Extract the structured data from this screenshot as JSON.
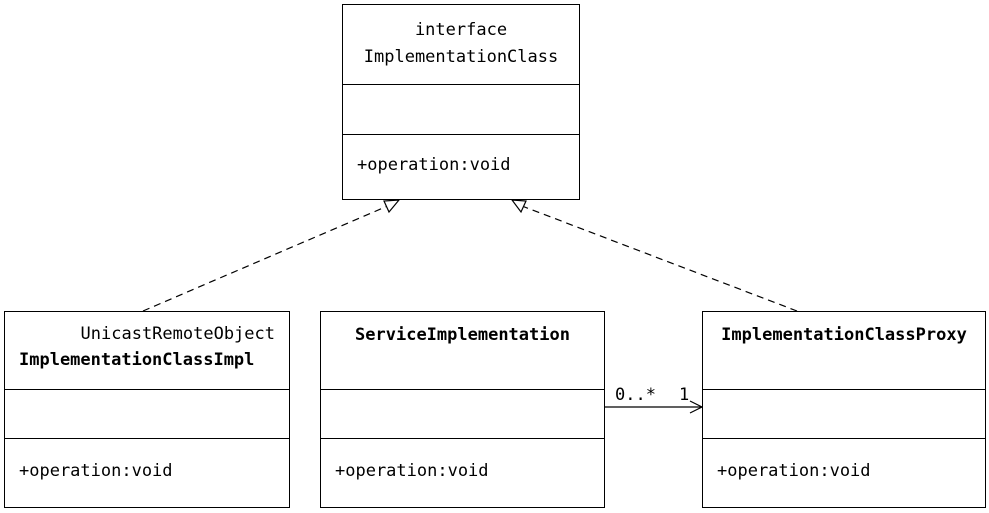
{
  "diagram": {
    "interface_class": {
      "stereotype": "interface",
      "name": "ImplementationClass",
      "attributes": "",
      "operation": "+operation:void"
    },
    "impl_class": {
      "superclass": "UnicastRemoteObject",
      "name": "ImplementationClassImpl",
      "attributes": "",
      "operation": "+operation:void"
    },
    "service_class": {
      "name": "ServiceImplementation",
      "attributes": "",
      "operation": "+operation:void"
    },
    "proxy_class": {
      "name": "ImplementationClassProxy",
      "attributes": "",
      "operation": "+operation:void"
    },
    "association": {
      "source_multiplicity": "0..*",
      "target_multiplicity": "1"
    }
  }
}
